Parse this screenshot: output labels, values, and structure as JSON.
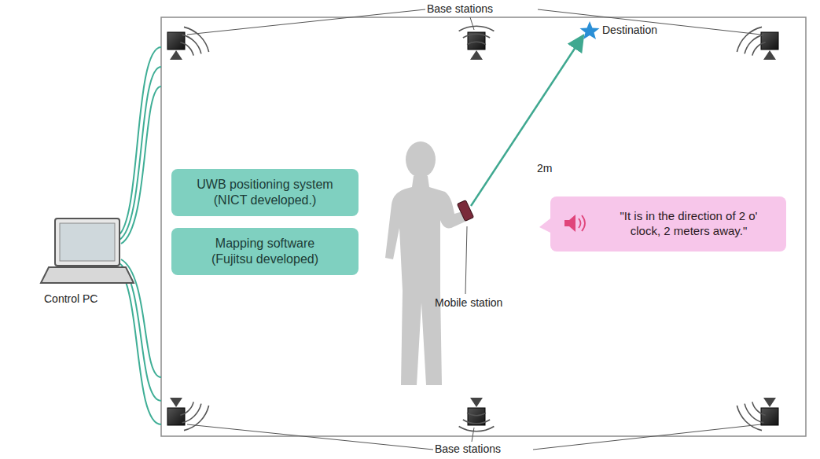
{
  "diagram": {
    "nodes": [
      {
        "text": [
          "UWB positioning system (NICT developed.)"
        ]
      },
      {
        "text": [
          "Mapping software (Fujitsu developed)"
        ]
      },
      {
        "text": [
          "\"It is in the direction of 2 o' clock, 2 meters away.\""
        ]
      }
    ],
    "labels": [
      "Base stations",
      "Base stations",
      "Destination",
      "2m",
      "Mobile station",
      "Control PC"
    ]
  }
}
